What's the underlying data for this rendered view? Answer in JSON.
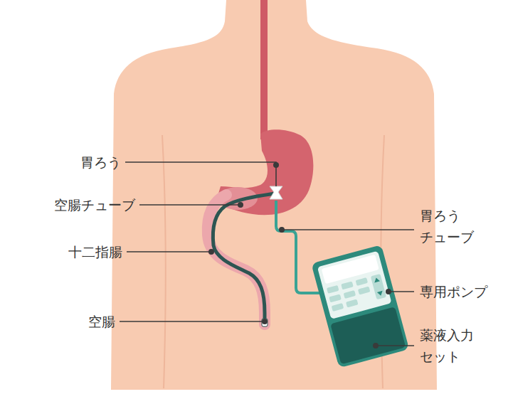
{
  "diagram": {
    "labels": [
      "胃ろう",
      "空腸チューブ",
      "十二指腸",
      "空腸",
      "胃ろう チューブ",
      "専用ポンプ",
      "薬液入力 セット"
    ]
  }
}
